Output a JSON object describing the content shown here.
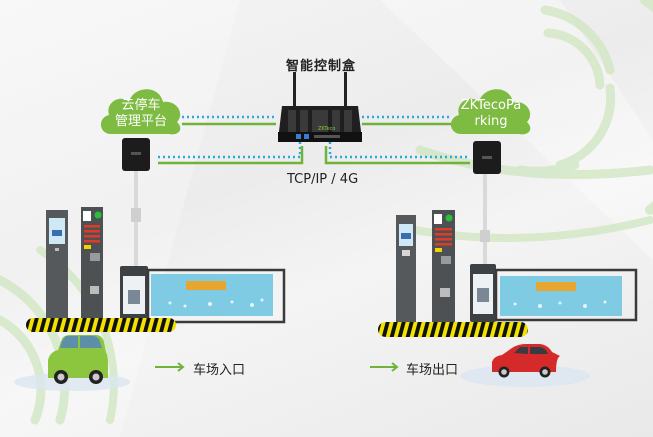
{
  "title": "智能控制盒",
  "network_label": "TCP/IP / 4G",
  "clouds": [
    {
      "line1": "云停车",
      "line2": "管理平台"
    },
    {
      "line1": "ZKTecoPa",
      "line2": "rking"
    }
  ],
  "flows": {
    "entrance": "车场入口",
    "exit": "车场出口"
  },
  "colors": {
    "cloud_green": "#7dbb42",
    "line_green": "#6fb33a",
    "line_blue_dots": "#29a9e0",
    "hazard_yellow": "#f2e200",
    "device_dark": "#2b2b2b",
    "device_grey": "#5a5c5e",
    "car_green": "#8cc63f",
    "car_red": "#d42a2a",
    "banner_blue": "#7ecbe3"
  },
  "device_brand": "ZKTeco"
}
